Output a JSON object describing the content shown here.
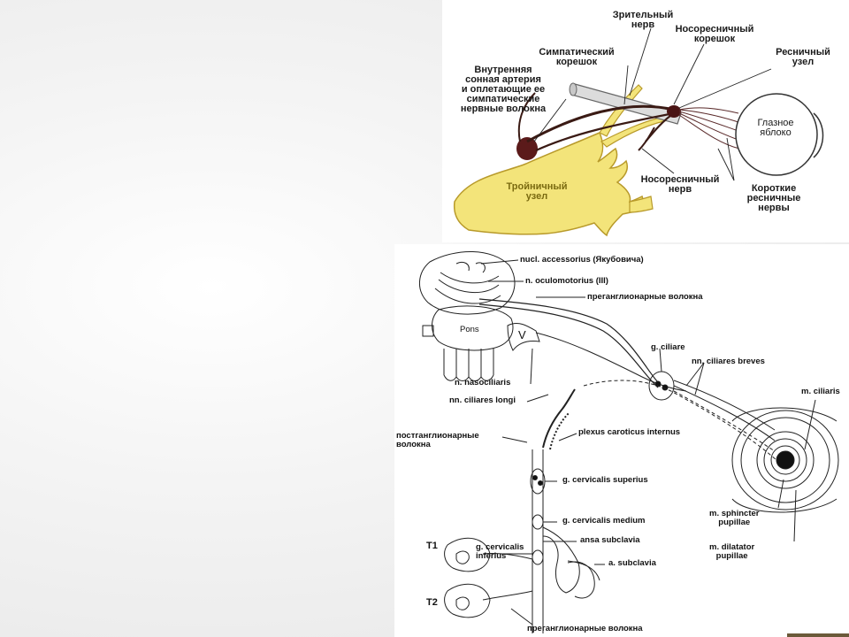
{
  "top_diagram": {
    "labels": {
      "optic_nerve": "Зрительный\nнерв",
      "nasociliary_root": "Носоресничный\nкорешок",
      "sympathetic_root": "Симпатический\nкорешок",
      "ciliary_ganglion": "Ресничный\nузел",
      "internal_carotid": "Внутренняя\nсонная артерия\nи оплетающие ее\nсимпатические\nнервные волокна",
      "eyeball": "Глазное\nяблоко",
      "trigeminal_ganglion": "Тройничный\nузел",
      "nasociliary_nerve": "Носоресничный\nнерв",
      "short_ciliary": "Короткие\nресничные\nнервы"
    },
    "colors": {
      "ganglion_yellow": "#f3e47a",
      "outline": "#b89a2a",
      "nerve": "#3a1a14",
      "ganglion_dark": "#5b1a1a"
    }
  },
  "bottom_diagram": {
    "labels": {
      "nucl_accessorius": "nucl. accessorius (Якубовича)",
      "n_oculomotorius": "n. oculomotorius (III)",
      "preganglionic_top": "преганглионарные волокна",
      "pons": "Pons",
      "v": "V",
      "g_ciliare": "g. ciliare",
      "nn_ciliares_breves": "nn. ciliares breves",
      "n_nasociliaris": "n. nasociliaris",
      "nn_ciliares_longi": "nn. ciliares longi",
      "m_ciliaris": "m. ciliaris",
      "postganglionic": "постганглионарные\nволокна",
      "plexus_caroticus": "plexus caroticus internus",
      "g_cervicalis_superius": "g. cervicalis superius",
      "g_cervicalis_medium": "g. cervicalis medium",
      "ansa_subclavia": "ansa subclavia",
      "g_cervicalis_inferius": "g. cervicalis\ninferius",
      "a_subclavia": "a. subclavia",
      "t1": "T1",
      "t2": "T2",
      "m_sphincter": "m. sphincter\npupillae",
      "m_dilatator": "m. dilatator\npupillae",
      "preganglionic_bottom": "преганглионарные волокна"
    }
  }
}
